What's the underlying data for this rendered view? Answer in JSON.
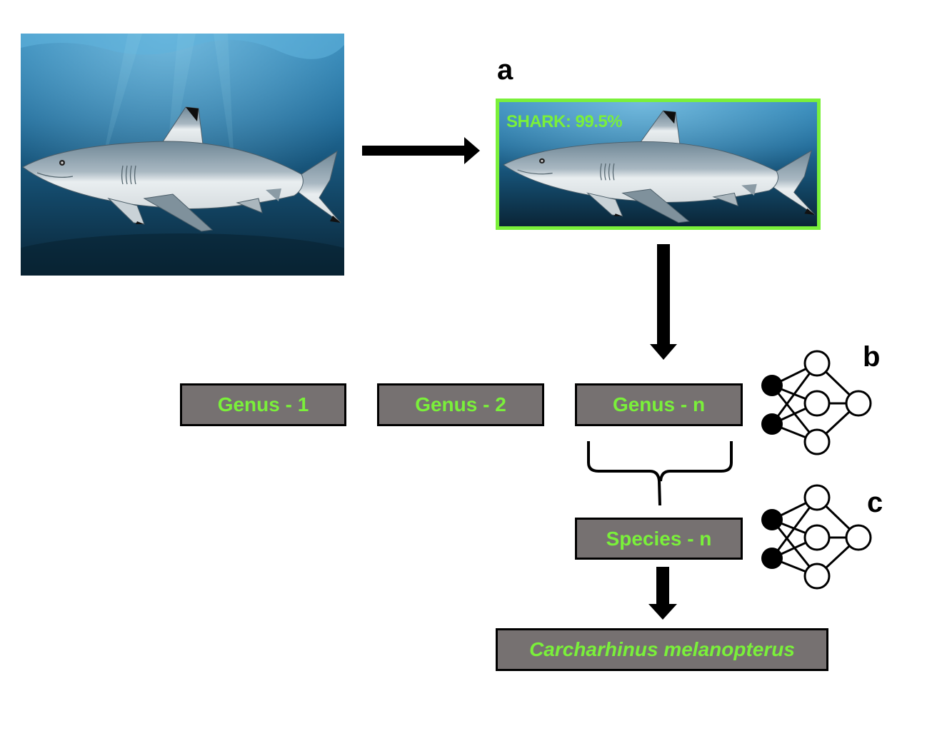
{
  "panels": {
    "a": "a",
    "b": "b",
    "c": "c"
  },
  "input_image": {
    "subject": "blacktip reef shark underwater photo"
  },
  "detection": {
    "label": "SHARK: 99.5%",
    "box_color": "#7af03a"
  },
  "genus_boxes": [
    {
      "label": "Genus - 1"
    },
    {
      "label": "Genus - 2"
    },
    {
      "label": "Genus - n"
    }
  ],
  "species_box": {
    "label": "Species - n"
  },
  "result_box": {
    "label": "Carcharhinus melanopterus"
  },
  "icons": {
    "classifier_b": "neural-network-icon",
    "classifier_c": "neural-network-icon",
    "arrow": "arrow-icon"
  },
  "colors": {
    "box_fill": "#767171",
    "text_accent": "#7af03a",
    "water_light": "#3d8fc2",
    "water_dark": "#0b2a40"
  }
}
